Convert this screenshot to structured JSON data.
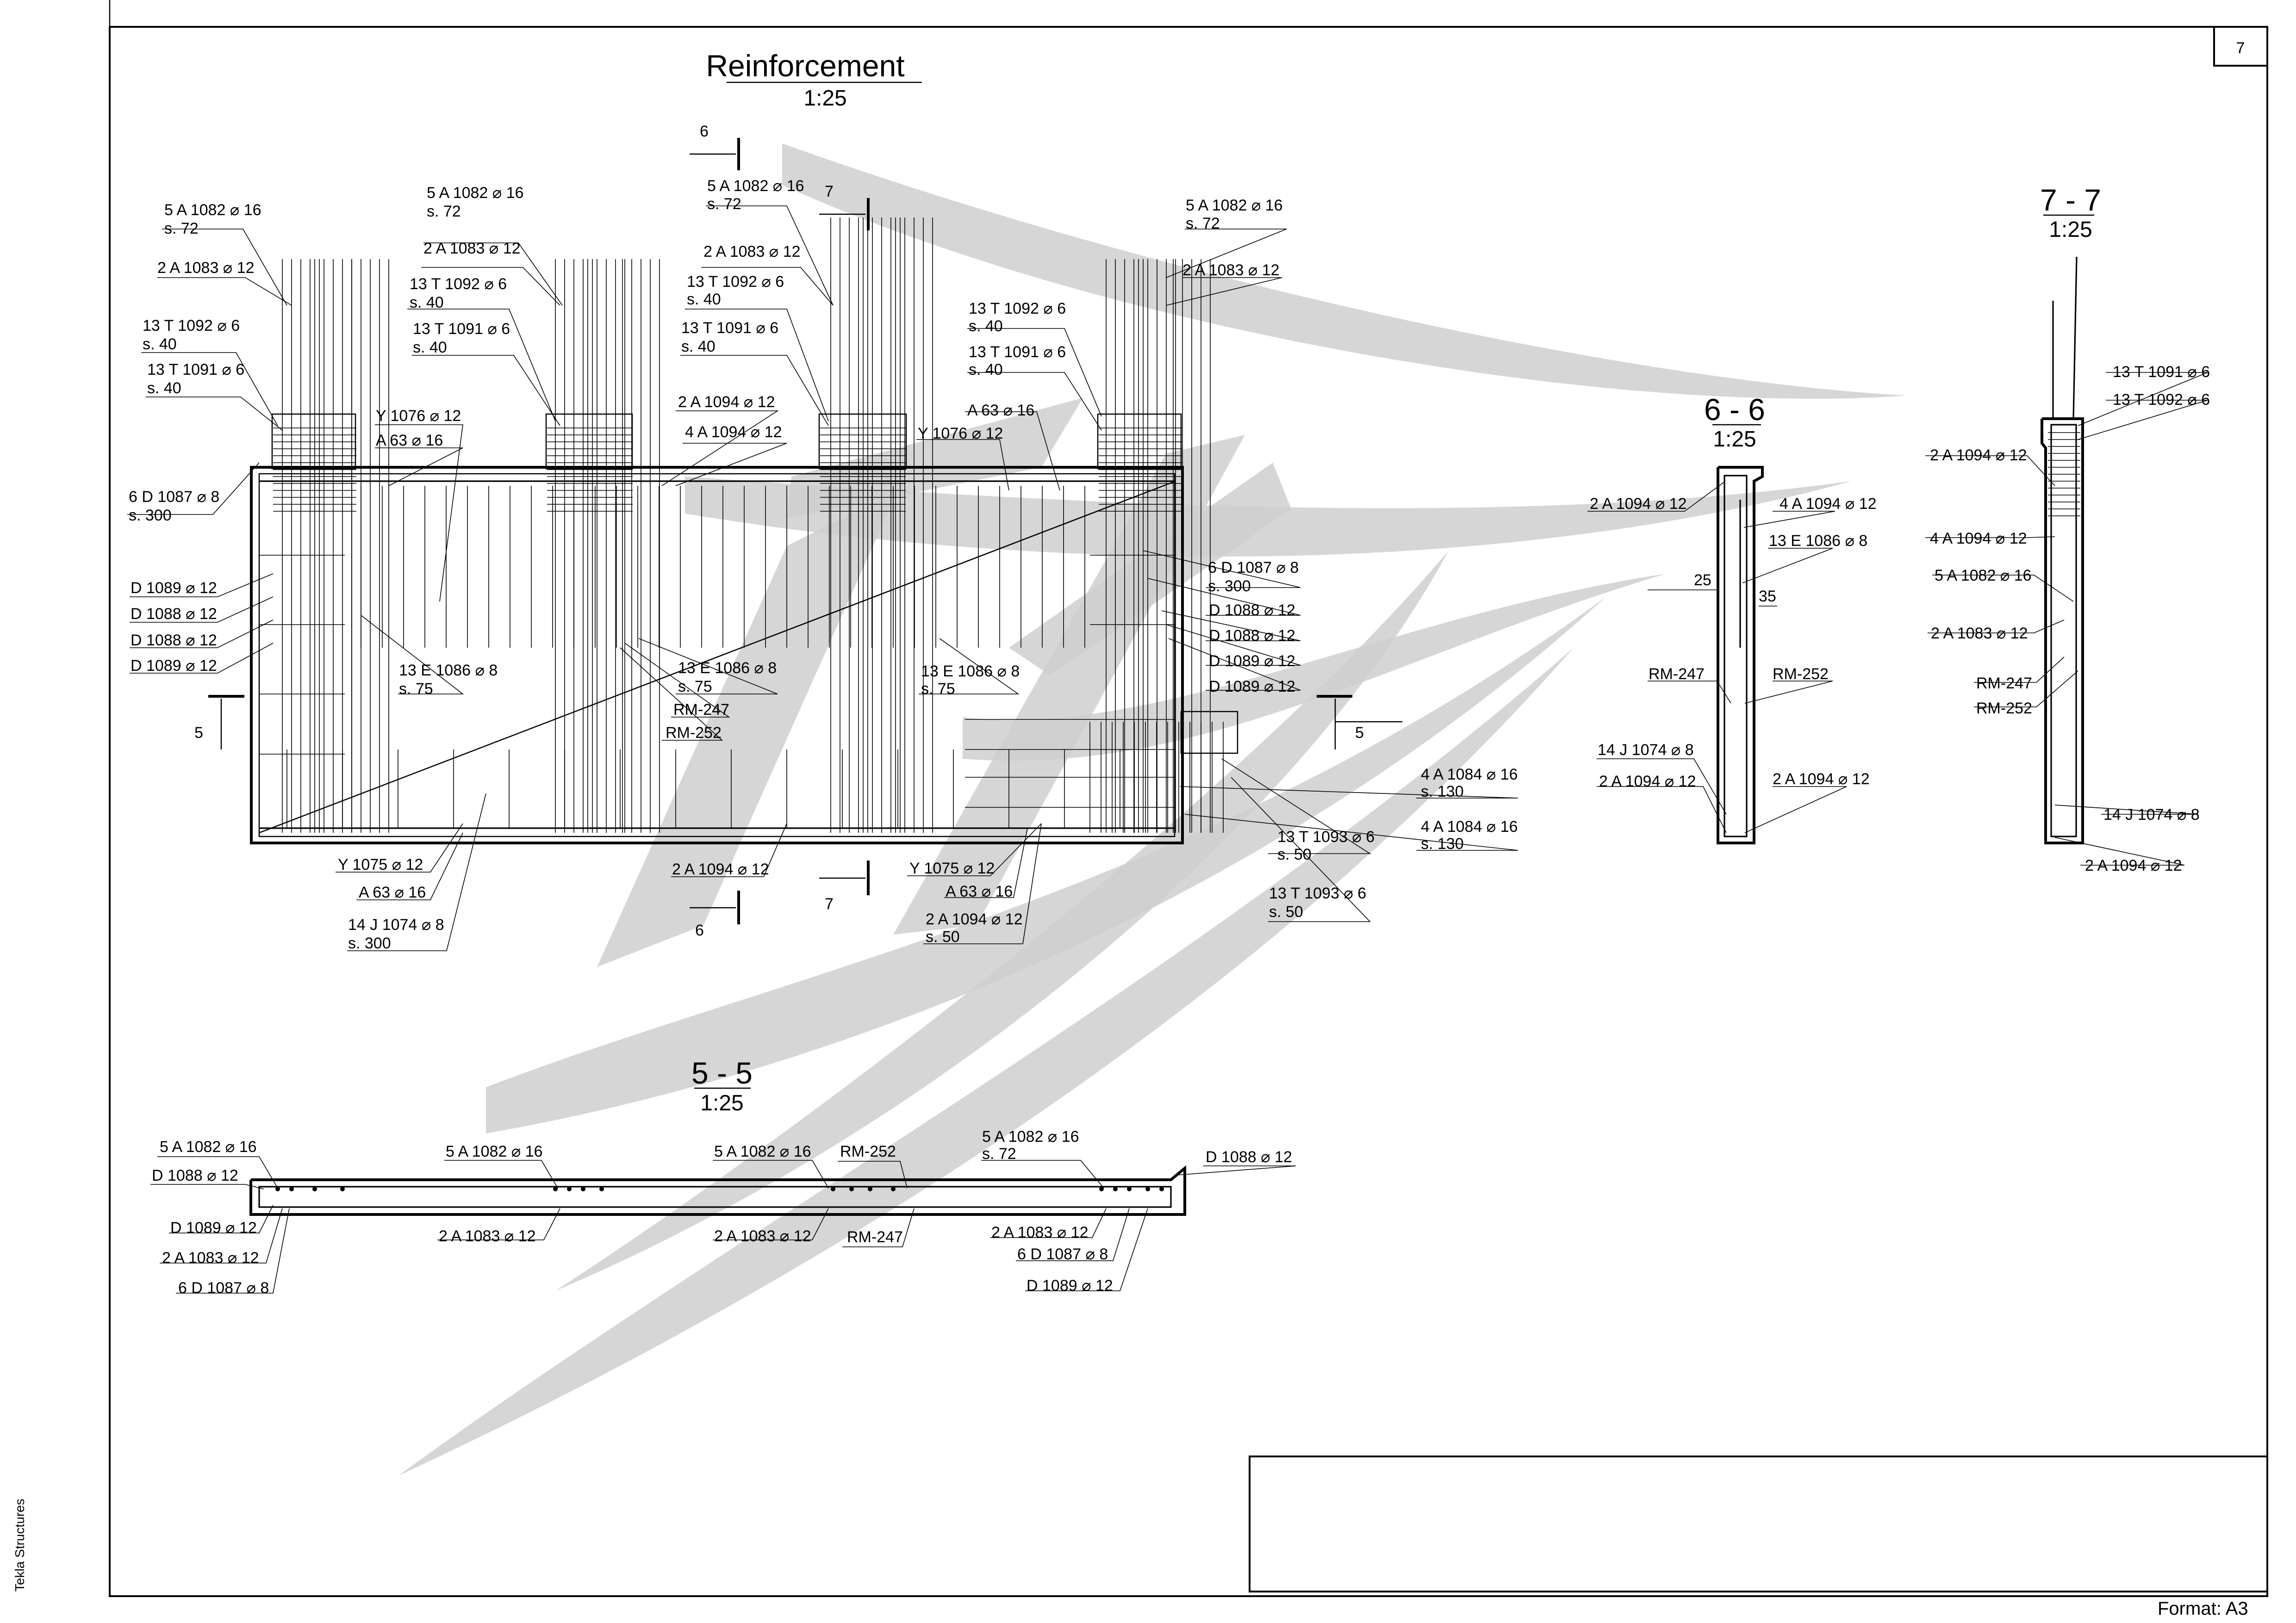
{
  "sheet": {
    "page_number": "7",
    "format_label": "Format: A3",
    "side_label": "Tekla Structures"
  },
  "reinforcement": {
    "title": "Reinforcement",
    "scale": "1:25",
    "labels": [
      "5 A 1082 ⌀ 16",
      "s. 72",
      "2 A 1083 ⌀ 12",
      "13 T 1092 ⌀ 6",
      "s. 40",
      "13 T 1091 ⌀ 6",
      "s. 40",
      "5 A 1082 ⌀ 16",
      "s. 72",
      "2 A 1083 ⌀ 12",
      "13 T 1092 ⌀ 6",
      "s. 40",
      "13 T 1091 ⌀ 6",
      "s. 40",
      "5 A 1082 ⌀ 16",
      "s. 72",
      "2 A 1083 ⌀ 12",
      "13 T 1092 ⌀ 6",
      "s. 40",
      "13 T 1091 ⌀ 6",
      "s. 40",
      "13 T 1092 ⌀ 6",
      "s. 40",
      "13 T 1091 ⌀ 6",
      "s. 40",
      "5 A 1082 ⌀ 16",
      "s. 72",
      "2 A 1083 ⌀ 12",
      "Y 1076 ⌀ 12",
      "A 63 ⌀ 16",
      "2 A 1094 ⌀ 12",
      "4 A 1094 ⌀ 12",
      "A 63 ⌀ 16",
      "Y 1076 ⌀ 12",
      "6 D 1087 ⌀ 8",
      "s. 300",
      "D 1089 ⌀ 12",
      "D 1088 ⌀ 12",
      "D 1088 ⌀ 12",
      "D 1089 ⌀ 12",
      "13 E 1086 ⌀ 8",
      "s. 75",
      "13 E 1086 ⌀ 8",
      "s. 75",
      "RM-247",
      "RM-252",
      "13 E 1086 ⌀ 8",
      "s. 75",
      "6 D 1087 ⌀ 8",
      "s. 300",
      "D 1088 ⌀ 12",
      "D 1088 ⌀ 12",
      "D 1089 ⌀ 12",
      "D 1089 ⌀ 12",
      "4 A 1084 ⌀ 16",
      "s. 130",
      "4 A 1084 ⌀ 16",
      "s. 130",
      "13 T 1093 ⌀ 6",
      "s. 50",
      "13 T 1093 ⌀ 6",
      "s. 50",
      "Y 1075 ⌀ 12",
      "A 63 ⌀ 16",
      "14 J 1074 ⌀ 8",
      "s. 300",
      "2 A 1094 ⌀ 12",
      "Y 1075 ⌀ 12",
      "A 63 ⌀ 16",
      "2 A 1094 ⌀ 12",
      "s. 50"
    ],
    "cut_marks": [
      "6",
      "7",
      "5",
      "5",
      "7",
      "6"
    ]
  },
  "section_6_6": {
    "title": "6 - 6",
    "scale": "1:25",
    "labels": [
      "2 A 1094 ⌀ 12",
      "4 A 1094 ⌀ 12",
      "13 E 1086 ⌀ 8",
      "25",
      "35",
      "RM-247",
      "RM-252",
      "14 J 1074 ⌀ 8",
      "2 A 1094 ⌀ 12",
      "2 A 1094 ⌀ 12"
    ]
  },
  "section_7_7": {
    "title": "7 - 7",
    "scale": "1:25",
    "labels": [
      "13 T 1091 ⌀ 6",
      "13 T 1092 ⌀ 6",
      "2 A 1094 ⌀ 12",
      "4 A 1094 ⌀ 12",
      "5 A 1082 ⌀ 16",
      "2 A 1083 ⌀ 12",
      "RM-247",
      "RM-252",
      "14 J 1074 ⌀ 8",
      "2 A 1094 ⌀ 12"
    ]
  },
  "section_5_5": {
    "title": "5 - 5",
    "scale": "1:25",
    "labels": [
      "5 A 1082 ⌀ 16",
      "D 1088 ⌀ 12",
      "D 1089 ⌀ 12",
      "2 A 1083 ⌀ 12",
      "6 D 1087 ⌀ 8",
      "5 A 1082 ⌀ 16",
      "2 A 1083 ⌀ 12",
      "5 A 1082 ⌀ 16",
      "2 A 1083 ⌀ 12",
      "RM-252",
      "RM-247",
      "5 A 1082 ⌀ 16",
      "s. 72",
      "D 1088 ⌀ 12",
      "2 A 1083 ⌀ 12",
      "6 D 1087 ⌀ 8",
      "D 1089 ⌀ 12"
    ]
  }
}
